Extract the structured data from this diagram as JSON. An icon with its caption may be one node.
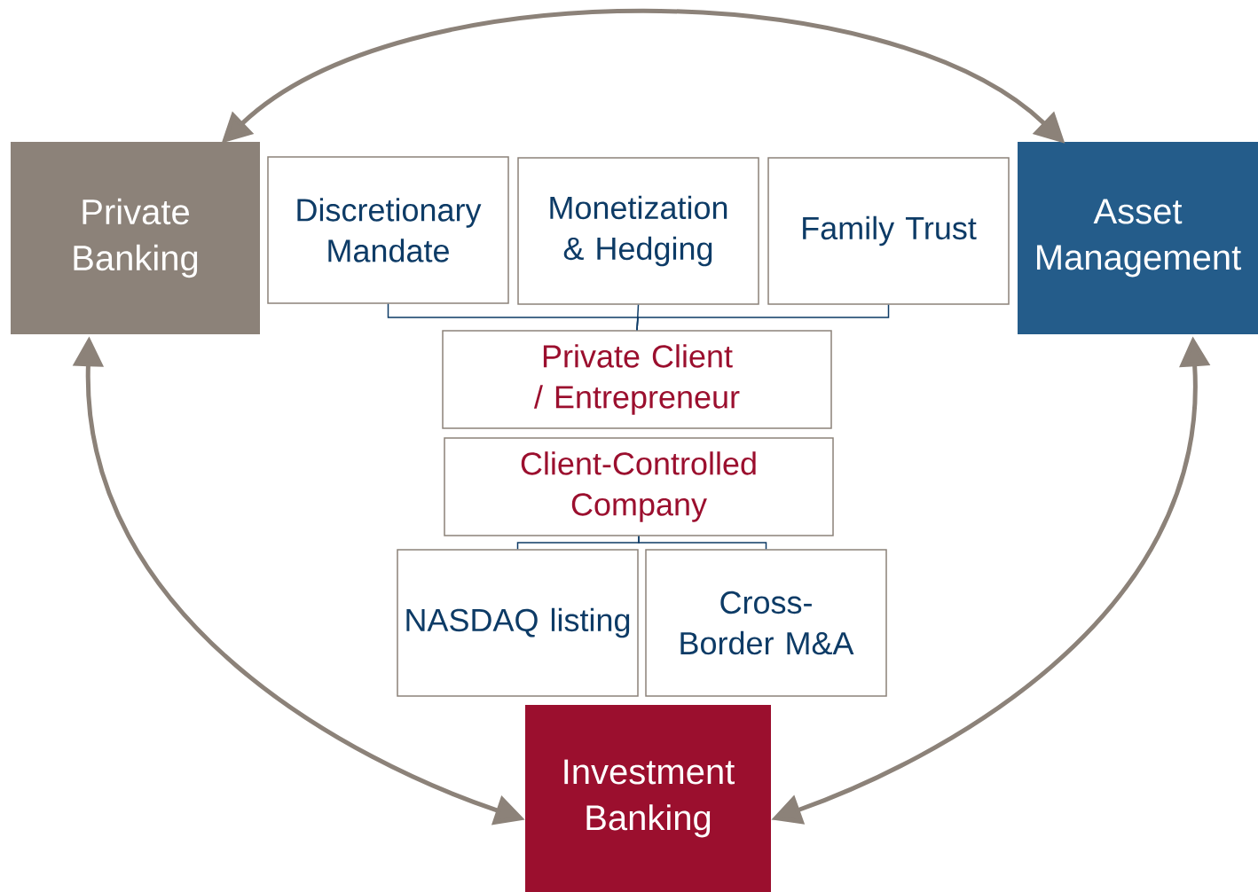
{
  "diagram": {
    "nodes": [
      {
        "text": [
          "Private Banking"
        ]
      },
      {
        "text": [
          "Discretionary Mandate"
        ]
      },
      {
        "text": [
          "Monetization & Hedging"
        ]
      },
      {
        "text": [
          "Family Trust"
        ]
      },
      {
        "text": [
          "Asset Management"
        ]
      },
      {
        "text": [
          "Private Client / Entrepreneur"
        ]
      },
      {
        "text": [
          "Client-Controlled Company"
        ]
      },
      {
        "text": [
          "NASDAQ listing"
        ]
      },
      {
        "text": [
          "Cross-Border M&A"
        ]
      },
      {
        "text": [
          "Investment Banking"
        ]
      }
    ],
    "edges": [
      {
        "from": 0,
        "to": 4,
        "arrow": "both",
        "style": "thick",
        "color": "#8c8279"
      },
      {
        "from": 0,
        "to": 9,
        "arrow": "both",
        "style": "thick",
        "color": "#8c8279"
      },
      {
        "from": 4,
        "to": 9,
        "arrow": "both",
        "style": "thick",
        "color": "#8c8279"
      },
      {
        "from": 1,
        "to": 5,
        "arrow": "none"
      },
      {
        "from": 2,
        "to": 5,
        "arrow": "none"
      },
      {
        "from": 3,
        "to": 5,
        "arrow": "none"
      },
      {
        "from": 6,
        "to": 7,
        "arrow": "none"
      },
      {
        "from": 6,
        "to": 8,
        "arrow": "none"
      }
    ]
  }
}
